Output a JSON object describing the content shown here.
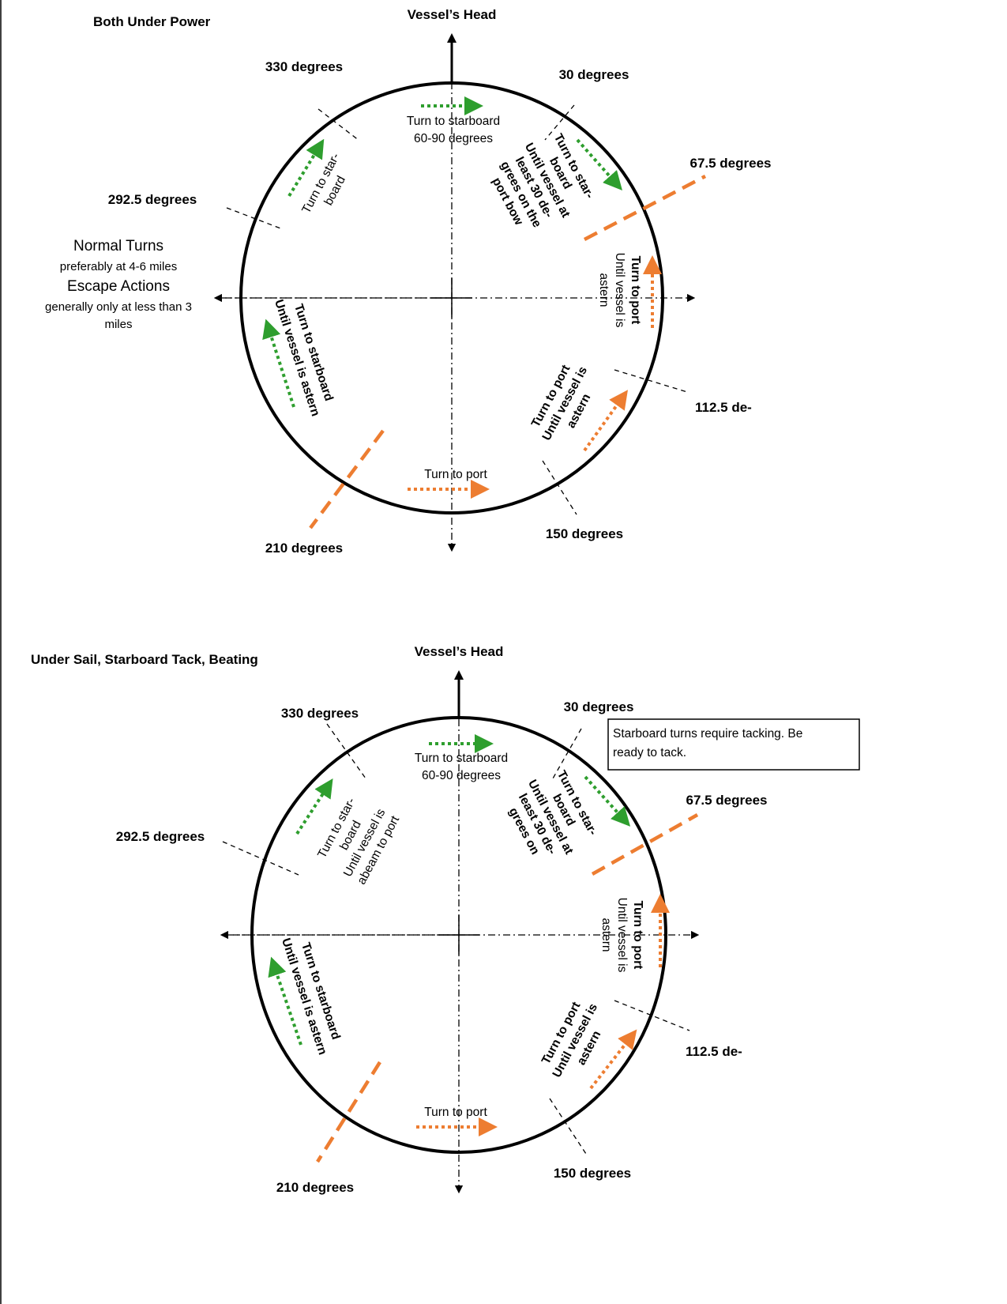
{
  "diagram1": {
    "title": "Both Under Power",
    "head": "Vessel’s Head",
    "deg330": "330 degrees",
    "deg30": "30 degrees",
    "deg67": "67.5 degrees",
    "deg292": "292.5 degrees",
    "deg112": "112.5 de-",
    "deg150": "150 degrees",
    "deg210": "210 degrees",
    "legend": {
      "normal": "Normal Turns",
      "normal_sub": "preferably at 4-6 miles",
      "escape": "Escape Actions",
      "escape_sub1": "generally only at less than 3",
      "escape_sub2": "miles"
    },
    "top_text": [
      "Turn to starboard",
      "60-90 degrees"
    ],
    "upper_left_text": [
      "Turn to star-",
      "board"
    ],
    "upper_right_text": [
      "Turn to star-",
      "board",
      "Until vessel at",
      "least 30 de-",
      "grees on the",
      "port bow"
    ],
    "right_text": [
      "Turn to port",
      "Until vessel is",
      "astern"
    ],
    "lower_right_text": [
      "Turn to port",
      "Until vessel is",
      "astern"
    ],
    "left_text": [
      "Turn to starboard",
      "Until vessel is astern"
    ],
    "bottom_text": "Turn to port"
  },
  "diagram2": {
    "title": "Under Sail, Starboard Tack, Beating",
    "head": "Vessel’s Head",
    "deg330": "330 degrees",
    "deg30": "30 degrees",
    "deg67": "67.5 degrees",
    "deg292": "292.5 degrees",
    "deg112": "112.5 de-",
    "deg150": "150 degrees",
    "deg210": "210 degrees",
    "note": [
      "Starboard turns require tacking. Be",
      "ready to tack."
    ],
    "top_text": [
      "Turn to starboard",
      "60-90 degrees"
    ],
    "upper_left_text": [
      "Turn to star-",
      "board",
      "Until vessel is",
      "abeam to port"
    ],
    "upper_right_text": [
      "Turn to star-",
      "board",
      "Until vessel at",
      "least 30 de-",
      "grees on"
    ],
    "right_text": [
      "Turn to port",
      "Until vessel is",
      "astern"
    ],
    "lower_right_text": [
      "Turn to port",
      "Until vessel is",
      "astern"
    ],
    "left_text": [
      "Turn to starboard",
      "Until vessel is astern"
    ],
    "bottom_text": "Turn to port"
  },
  "colors": {
    "starboard_arrow": "#2E9E2E",
    "port_arrow": "#ED7D31",
    "boundary": "#ED7D31"
  }
}
